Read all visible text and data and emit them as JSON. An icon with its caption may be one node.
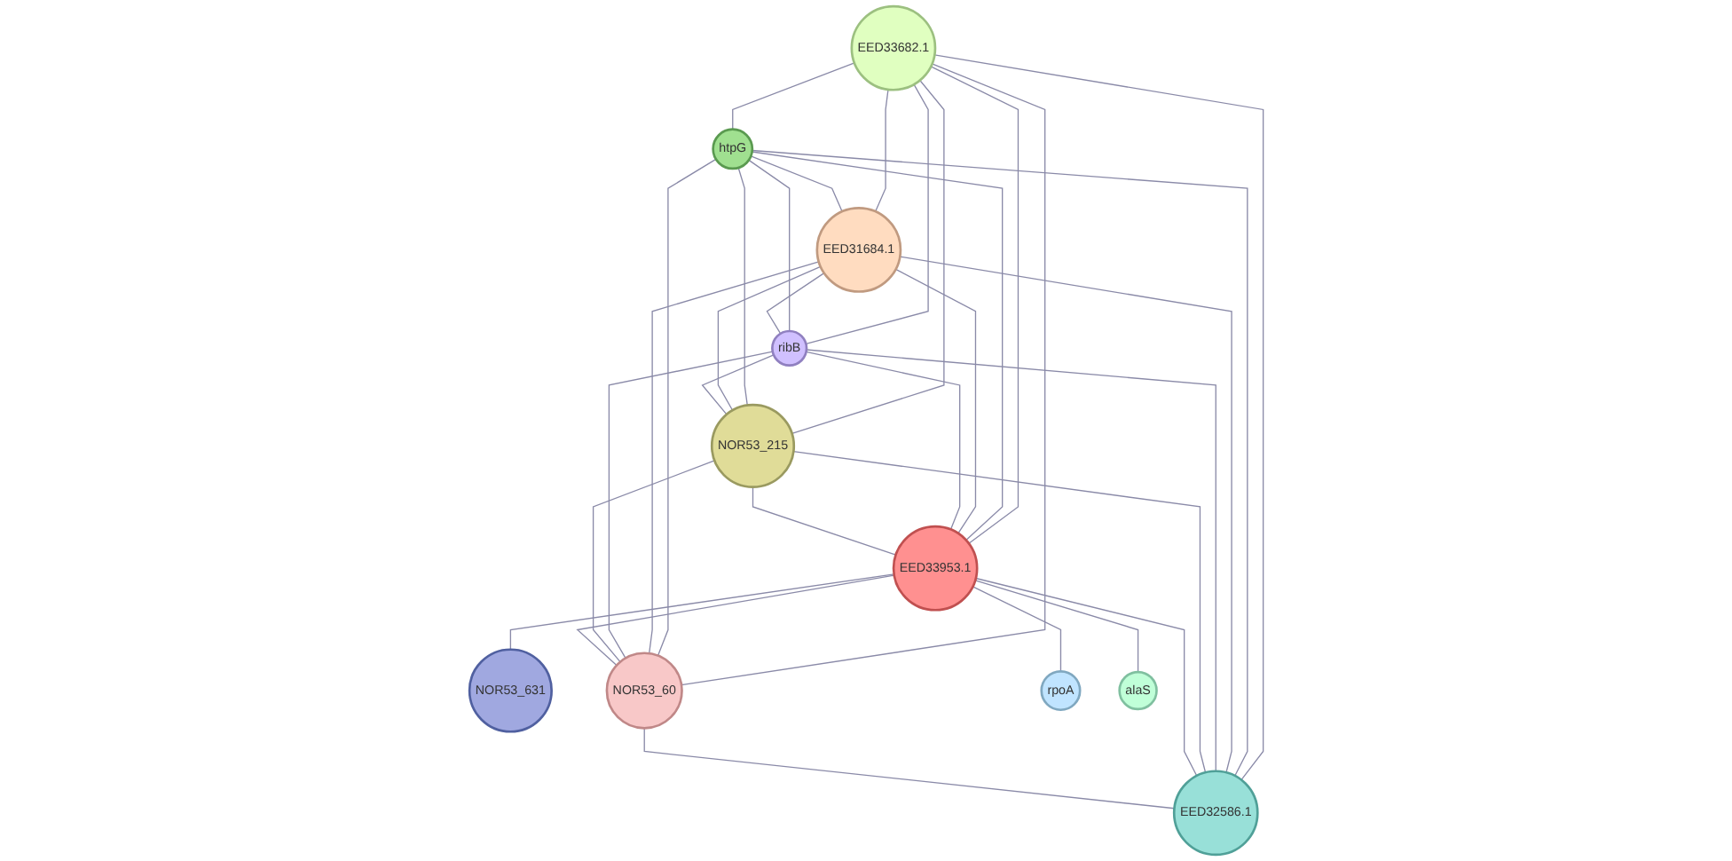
{
  "diagram": {
    "nodes": [
      {
        "text": [
          "EED33682.1"
        ]
      },
      {
        "text": [
          "htpG"
        ]
      },
      {
        "text": [
          "EED31684.1"
        ]
      },
      {
        "text": [
          "ribB"
        ]
      },
      {
        "text": [
          "NOR53_631"
        ]
      },
      {
        "text": [
          "NOR53_215"
        ]
      },
      {
        "text": [
          "EED33953.1"
        ]
      },
      {
        "text": [
          "NOR53_60"
        ]
      },
      {
        "text": [
          "EED32586.1"
        ]
      },
      {
        "text": [
          "rpoA"
        ]
      },
      {
        "text": [
          "alaS"
        ]
      }
    ],
    "edges": [
      {
        "from": 0,
        "to": 1,
        "arrow": "none"
      },
      {
        "from": 0,
        "to": 2,
        "arrow": "none"
      },
      {
        "from": 0,
        "to": 3,
        "arrow": "none"
      },
      {
        "from": 0,
        "to": 5,
        "arrow": "none"
      },
      {
        "from": 0,
        "to": 6,
        "arrow": "none"
      },
      {
        "from": 0,
        "to": 7,
        "arrow": "none"
      },
      {
        "from": 0,
        "to": 8,
        "arrow": "none"
      },
      {
        "from": 1,
        "to": 2,
        "arrow": "none"
      },
      {
        "from": 1,
        "to": 3,
        "arrow": "none"
      },
      {
        "from": 1,
        "to": 5,
        "arrow": "none"
      },
      {
        "from": 1,
        "to": 6,
        "arrow": "none"
      },
      {
        "from": 1,
        "to": 7,
        "arrow": "none"
      },
      {
        "from": 1,
        "to": 8,
        "arrow": "none"
      },
      {
        "from": 2,
        "to": 3,
        "arrow": "none"
      },
      {
        "from": 2,
        "to": 5,
        "arrow": "none"
      },
      {
        "from": 2,
        "to": 6,
        "arrow": "none"
      },
      {
        "from": 2,
        "to": 7,
        "arrow": "none"
      },
      {
        "from": 2,
        "to": 8,
        "arrow": "none"
      },
      {
        "from": 3,
        "to": 5,
        "arrow": "none"
      },
      {
        "from": 3,
        "to": 6,
        "arrow": "none"
      },
      {
        "from": 3,
        "to": 7,
        "arrow": "none"
      },
      {
        "from": 3,
        "to": 8,
        "arrow": "none"
      },
      {
        "from": 5,
        "to": 6,
        "arrow": "none"
      },
      {
        "from": 5,
        "to": 7,
        "arrow": "none"
      },
      {
        "from": 5,
        "to": 8,
        "arrow": "none"
      },
      {
        "from": 6,
        "to": 7,
        "arrow": "none"
      },
      {
        "from": 6,
        "to": 8,
        "arrow": "none"
      },
      {
        "from": 7,
        "to": 8,
        "arrow": "none"
      },
      {
        "from": 6,
        "to": 4,
        "arrow": "none"
      },
      {
        "from": 6,
        "to": 9,
        "arrow": "none"
      },
      {
        "from": 6,
        "to": 10,
        "arrow": "none"
      }
    ]
  }
}
